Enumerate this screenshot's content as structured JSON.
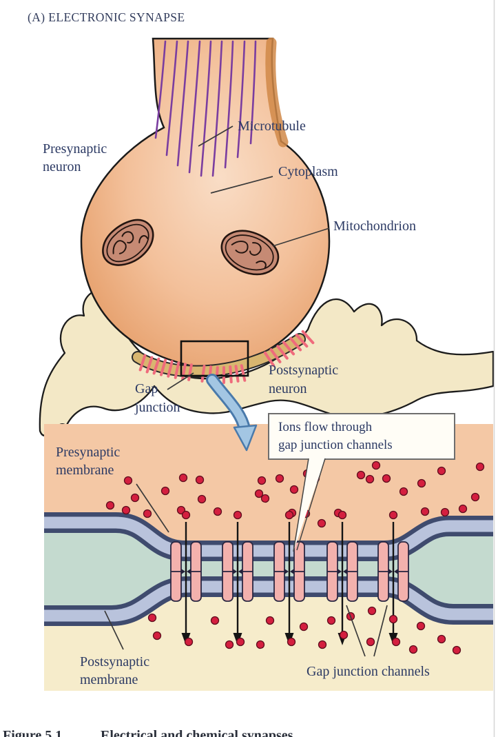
{
  "title": "(A) ELECTRONIC SYNAPSE",
  "diagram": {
    "labels": {
      "presynaptic_neuron": [
        "Presynaptic",
        "neuron"
      ],
      "microtubule": "Microtubule",
      "cytoplasm": "Cytoplasm",
      "mitochondrion": "Mitochondrion",
      "postsynaptic_neuron": [
        "Postsynaptic",
        "neuron"
      ],
      "gap_junction": [
        "Gap",
        "junction"
      ]
    }
  },
  "inset": {
    "labels": {
      "presynaptic_membrane": [
        "Presynaptic",
        "membrane"
      ],
      "postsynaptic_membrane": [
        "Postsynaptic",
        "membrane"
      ],
      "gap_junction_channels": "Gap junction channels",
      "callout": [
        "Ions flow through",
        "gap junction channels"
      ]
    }
  },
  "caption": {
    "figure_number": "Figure 5.1",
    "text": "Electrical and chemical synapses"
  },
  "colors": {
    "label_text": "#2c3a64",
    "terminal_orange": "#eda875",
    "terminal_highlight": "#f9ddc6",
    "axon_shade": "#d08848",
    "microtubule_purple": "#7a3da0",
    "mitochondrion_fill": "#c68a74",
    "postsynaptic_cream": "#f3e8c6",
    "junction_tan": "#d8b670",
    "hash_red": "#ef6b7c",
    "inset_top_salmon": "#f4c8a5",
    "inset_bottom_cream": "#f6eccb",
    "extracellular_teal": "#c4dacf",
    "membrane_navy": "#3f4b6e",
    "membrane_light": "#b9c3dc",
    "channel_pink": "#f3b1ad",
    "ion_red": "#d41f3f",
    "zoom_arrow_fill": "#a3c6e3",
    "zoom_arrow_stroke": "#4a7aab",
    "callout_bg": "#fffdf6"
  }
}
